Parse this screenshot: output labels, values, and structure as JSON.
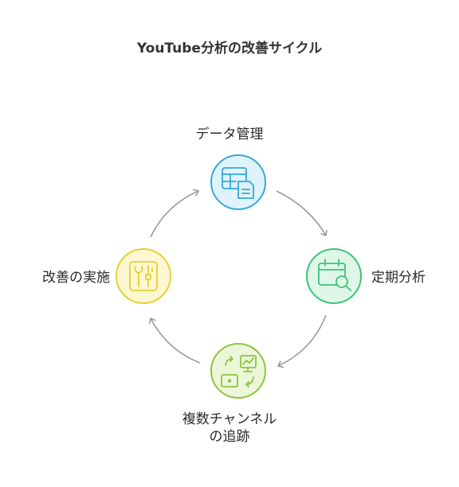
{
  "title": "YouTube分析の改善サイクル",
  "nodes": [
    {
      "id": "data-management",
      "label": [
        "データ管理"
      ],
      "icon": "table-document-icon",
      "fill": "#dff3fb",
      "stroke": "#36a8d8"
    },
    {
      "id": "periodic-analysis",
      "label": [
        "定期分析"
      ],
      "icon": "calendar-search-icon",
      "fill": "#def7e8",
      "stroke": "#3fc27a"
    },
    {
      "id": "multi-channel-tracking",
      "label": [
        "複数チャンネル",
        "の追跡"
      ],
      "icon": "monitor-transfer-icon",
      "fill": "#ecf6d9",
      "stroke": "#8cc63f"
    },
    {
      "id": "improvement-execution",
      "label": [
        "改善の実施"
      ],
      "icon": "tools-sliders-icon",
      "fill": "#fdf8d2",
      "stroke": "#e6cf34"
    }
  ],
  "colors": {
    "arrow": "#9a9a9a",
    "title": "#333333",
    "text": "#2b2b2b"
  }
}
